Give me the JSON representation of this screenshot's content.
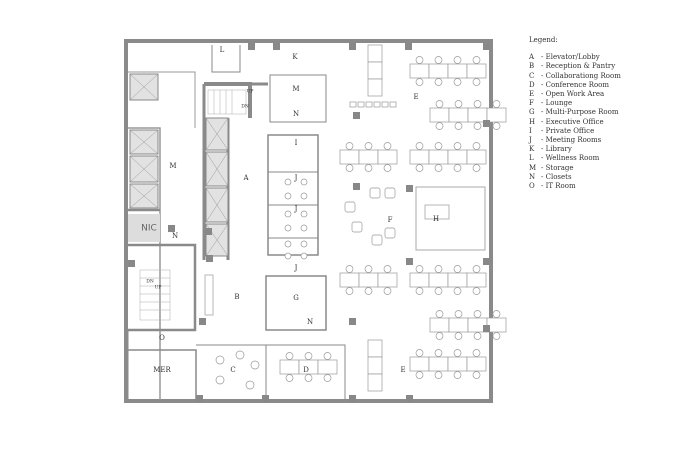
{
  "legend": {
    "title": "Legend:",
    "items": [
      {
        "key": "A",
        "label": "Elevator/Lobby"
      },
      {
        "key": "B",
        "label": "Reception & Pantry"
      },
      {
        "key": "C",
        "label": "Collaborationg Room"
      },
      {
        "key": "D",
        "label": "Conference Room"
      },
      {
        "key": "E",
        "label": "Open Work Area"
      },
      {
        "key": "F",
        "label": "Lounge"
      },
      {
        "key": "G",
        "label": "Multi-Purpose Room"
      },
      {
        "key": "H",
        "label": "Executive Office"
      },
      {
        "key": "I",
        "label": "Private Office"
      },
      {
        "key": "J",
        "label": "Meeting Rooms"
      },
      {
        "key": "K",
        "label": "Library"
      },
      {
        "key": "L",
        "label": "Wellness Room"
      },
      {
        "key": "M",
        "label": "Storage"
      },
      {
        "key": "N",
        "label": "Closets"
      },
      {
        "key": "O",
        "label": "IT Room"
      }
    ]
  },
  "plan": {
    "rooms": {
      "k": "K",
      "l": "L",
      "m1": "M",
      "n1": "N",
      "m2": "M",
      "a": "A",
      "i": "I",
      "j1": "J",
      "j2": "J",
      "j3": "J",
      "h": "H",
      "f": "F",
      "nic": "NIC",
      "n2": "N",
      "b": "B",
      "g": "G",
      "n3": "N",
      "o": "O",
      "mer": "MER",
      "c": "C",
      "d": "D",
      "e1": "E",
      "e2": "E"
    },
    "stairs": {
      "up1": "UP",
      "dn1": "DN",
      "up2": "UP",
      "dn2": "DN"
    }
  },
  "colors": {
    "wall": "#8a8a8a",
    "line": "#9a9a9a",
    "text": "#333333"
  }
}
